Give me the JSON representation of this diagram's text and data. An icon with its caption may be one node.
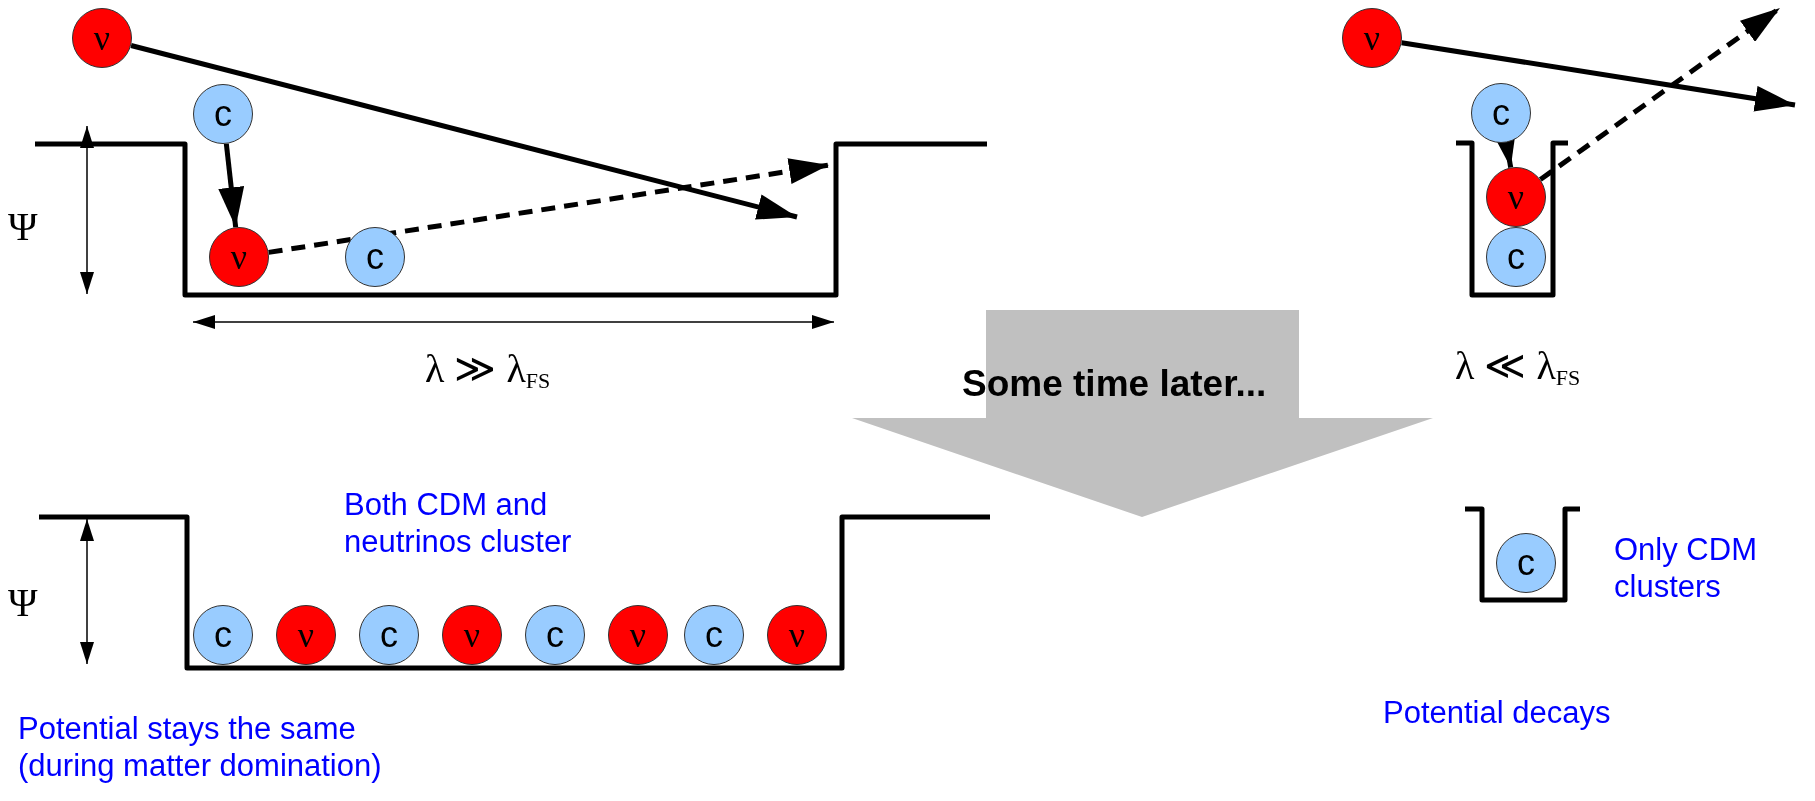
{
  "diagram": {
    "nodes": [
      {
        "text": [
          "ν"
        ]
      },
      {
        "text": [
          "c"
        ]
      },
      {
        "text": [
          "ν"
        ]
      },
      {
        "text": [
          "c"
        ]
      },
      {
        "text": [
          "ν"
        ]
      },
      {
        "text": [
          "c"
        ]
      },
      {
        "text": [
          "ν"
        ]
      },
      {
        "text": [
          "c"
        ]
      },
      {
        "text": [
          "c"
        ]
      },
      {
        "text": [
          "ν"
        ]
      },
      {
        "text": [
          "c"
        ]
      },
      {
        "text": [
          "ν"
        ]
      },
      {
        "text": [
          "c"
        ]
      },
      {
        "text": [
          "ν"
        ]
      },
      {
        "text": [
          "c"
        ]
      },
      {
        "text": [
          "ν"
        ]
      },
      {
        "text": [
          "c"
        ]
      }
    ],
    "edges": [
      {
        "from": 0,
        "to": null,
        "arrow": "to"
      },
      {
        "from": 1,
        "to": 2,
        "arrow": "to"
      },
      {
        "from": 2,
        "to": null,
        "arrow": "to",
        "style": "dashed"
      },
      {
        "from": 4,
        "to": null,
        "arrow": "to"
      },
      {
        "from": 5,
        "to": 6,
        "arrow": "to"
      },
      {
        "from": 6,
        "to": null,
        "arrow": "to",
        "style": "dashed"
      }
    ],
    "labels": [
      "Ψ",
      "λ ≫ λ$_{FS}$",
      "λ ≪ λ$_{FS}$",
      "Some time later...",
      "Both CDM and neutrinos cluster",
      "Ψ",
      "Only CDM clusters",
      "Potential stays the same (during matter domination)",
      "Potential decays"
    ]
  }
}
